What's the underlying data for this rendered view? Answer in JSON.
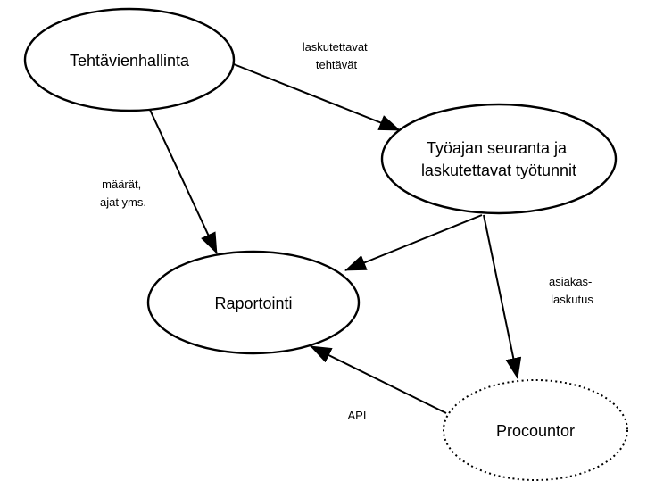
{
  "diagram": {
    "background_color": "#ffffff",
    "line_color": "#000000",
    "nodes": [
      {
        "id": "tehtavienhallinta",
        "label_lines": [
          "Tehtävienhallinta"
        ],
        "border_style": "solid"
      },
      {
        "id": "tyoajan-seuranta",
        "label_lines": [
          "Työajan seuranta ja",
          "laskutettavat työtunnit"
        ],
        "border_style": "solid"
      },
      {
        "id": "raportointi",
        "label_lines": [
          "Raportointi"
        ],
        "border_style": "solid"
      },
      {
        "id": "procountor",
        "label_lines": [
          "Procountor"
        ],
        "border_style": "dotted"
      }
    ],
    "edges": [
      {
        "from": "tehtavienhallinta",
        "to": "tyoajan-seuranta",
        "label_lines": [
          "laskutettavat",
          "tehtävät"
        ]
      },
      {
        "from": "tehtavienhallinta",
        "to": "raportointi",
        "label_lines": [
          "määrät,",
          "ajat yms."
        ]
      },
      {
        "from": "tyoajan-seuranta",
        "to": "raportointi",
        "label_lines": []
      },
      {
        "from": "tyoajan-seuranta",
        "to": "procountor",
        "label_lines": [
          "asiakas-",
          "laskutus"
        ]
      },
      {
        "from": "procountor",
        "to": "raportointi",
        "label_lines": [
          "API"
        ]
      }
    ]
  }
}
